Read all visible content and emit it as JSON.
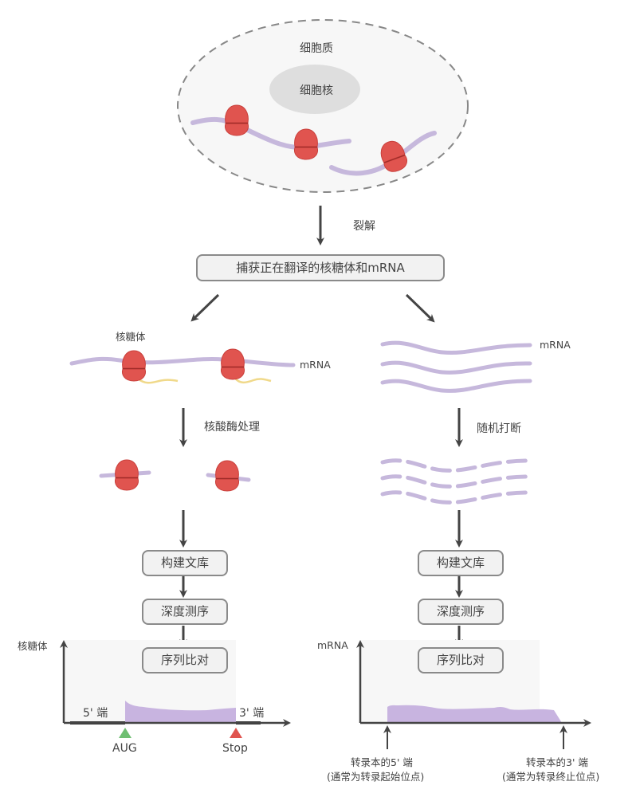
{
  "colors": {
    "ribosome": "#e0544f",
    "ribosome_edge": "#c9403c",
    "mrna": "#c6b8dc",
    "peptide": "#f0d98a",
    "coverage": "#c8b4e0",
    "aug_marker": "#6fbf72",
    "stop_marker": "#e0544f",
    "arrow": "#444444"
  },
  "cell": {
    "cytoplasm_label": "细胞质",
    "nucleus_label": "细胞核"
  },
  "lysis_label": "裂解",
  "capture_box": "捕获正在翻译的核糖体和mRNA",
  "left_branch": {
    "ribosome_label": "核糖体",
    "mrna_label": "mRNA",
    "treatment_label": "核酸酶处理",
    "steps": [
      "构建文库",
      "深度测序",
      "序列比对"
    ],
    "plot": {
      "y_label": "核糖体",
      "five_prime": "5' 端",
      "three_prime": "3' 端",
      "start_marker": "AUG",
      "stop_marker": "Stop"
    }
  },
  "right_branch": {
    "mrna_label": "mRNA",
    "treatment_label": "随机打断",
    "steps": [
      "构建文库",
      "深度测序",
      "序列比对"
    ],
    "plot": {
      "y_label": "mRNA",
      "start_caption_1": "转录本的5' 端",
      "start_caption_2": "(通常为转录起始位点)",
      "end_caption_1": "转录本的3' 端",
      "end_caption_2": "(通常为转录终止位点)"
    }
  }
}
